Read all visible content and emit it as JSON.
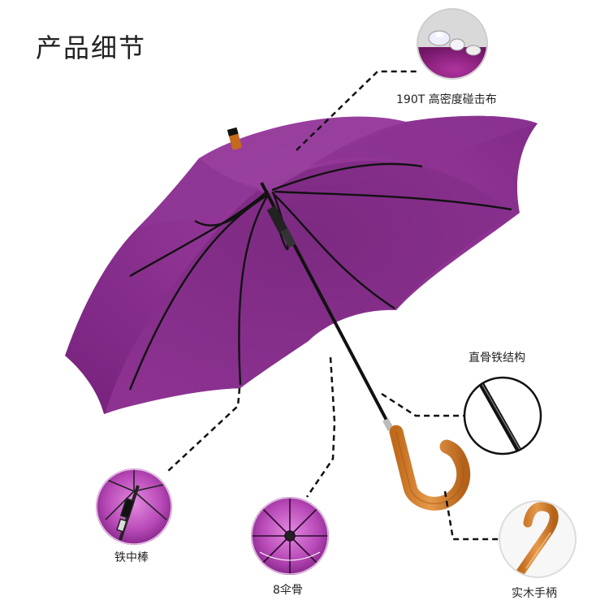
{
  "title": "产品细节",
  "callouts": {
    "fabric": "190T 高密度碰击布",
    "frame": "直骨铁结构",
    "shaft": "铁中棒",
    "ribs": "8伞骨",
    "handle": "实木手柄"
  },
  "colors": {
    "canopy": "#8a2a8e",
    "canopy_light": "#a24aa6",
    "canopy_dark": "#6b1f70",
    "wood": "#d4832e",
    "frame": "#111111"
  }
}
